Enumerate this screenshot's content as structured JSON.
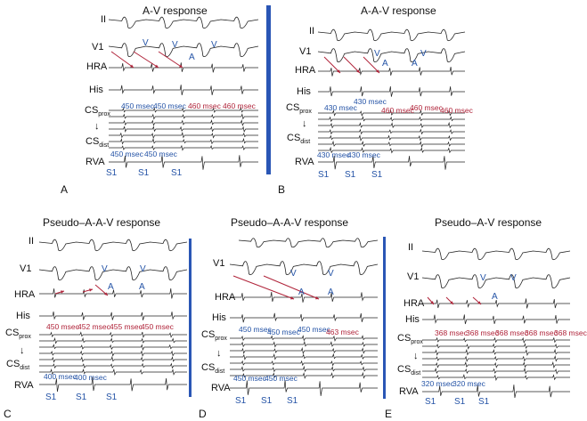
{
  "panels": {
    "A": {
      "title": "A-V response",
      "letter": "A",
      "leads": [
        "II",
        "V1",
        "HRA",
        "His",
        "CS",
        "prox",
        "CS",
        "dist",
        "RVA"
      ],
      "marks": {
        "v": [
          "V",
          "V",
          "V"
        ],
        "a": [
          "A"
        ],
        "s": [
          "S1",
          "S1",
          "S1"
        ]
      },
      "cs_intervals": [
        "450 msec",
        "450 msec",
        "460 msec",
        "460 msec"
      ],
      "rva_intervals": [
        "450 msec",
        "450 msec"
      ]
    },
    "B": {
      "title": "A-A-V response",
      "letter": "B",
      "leads": [
        "II",
        "V1",
        "HRA",
        "His",
        "CS",
        "prox",
        "CS",
        "dist",
        "RVA"
      ],
      "marks": {
        "v": [
          "V",
          "V"
        ],
        "a": [
          "A",
          "A"
        ],
        "s": [
          "S1",
          "S1",
          "S1"
        ]
      },
      "cs_intervals": [
        "430 msec",
        "430 msec",
        "460 msec",
        "460 msec",
        "460 msec"
      ],
      "rva_intervals": [
        "430 msec",
        "430 msec"
      ]
    },
    "C": {
      "title": "Pseudo–A-A-V response",
      "letter": "C",
      "leads": [
        "II",
        "V1",
        "HRA",
        "His",
        "CS",
        "prox",
        "CS",
        "dist",
        "RVA"
      ],
      "marks": {
        "v": [
          "V",
          "V"
        ],
        "a": [
          "A",
          "A"
        ],
        "s": [
          "S1",
          "S1",
          "S1"
        ]
      },
      "cs_intervals": [
        "450 msec",
        "452 msec",
        "455 msec",
        "450 msec"
      ],
      "rva_intervals": [
        "400 msec",
        "400 msec"
      ]
    },
    "D": {
      "title": "Pseudo–A-A-V response",
      "letter": "D",
      "leads": [
        "V1",
        "HRA",
        "His",
        "CS",
        "prox",
        "CS",
        "dist",
        "RVA"
      ],
      "marks": {
        "v": [
          "V",
          "V"
        ],
        "a": [
          "A",
          "A"
        ],
        "s": [
          "S1",
          "S1",
          "S1"
        ]
      },
      "cs_intervals": [
        "450 msec",
        "450 msec",
        "450 msec",
        "463 msec"
      ],
      "rva_intervals": [
        "450 msec",
        "450 msec"
      ]
    },
    "E": {
      "title": "Pseudo–A-V response",
      "letter": "E",
      "leads": [
        "II",
        "V1",
        "HRA",
        "His",
        "CS",
        "prox",
        "CS",
        "dist",
        "RVA"
      ],
      "marks": {
        "v": [
          "V",
          "V"
        ],
        "a": [
          "A"
        ],
        "s": [
          "S1",
          "S1",
          "S1"
        ]
      },
      "cs_intervals": [
        "368 msec",
        "368 msec",
        "368 msec",
        "368 msec",
        "368 msec"
      ],
      "rva_intervals": [
        "320 msec",
        "320 msec"
      ]
    }
  },
  "colors": {
    "annotation_blue": "#2453a6",
    "annotation_red": "#b0243a",
    "divider_blue": "#2a56b5"
  }
}
